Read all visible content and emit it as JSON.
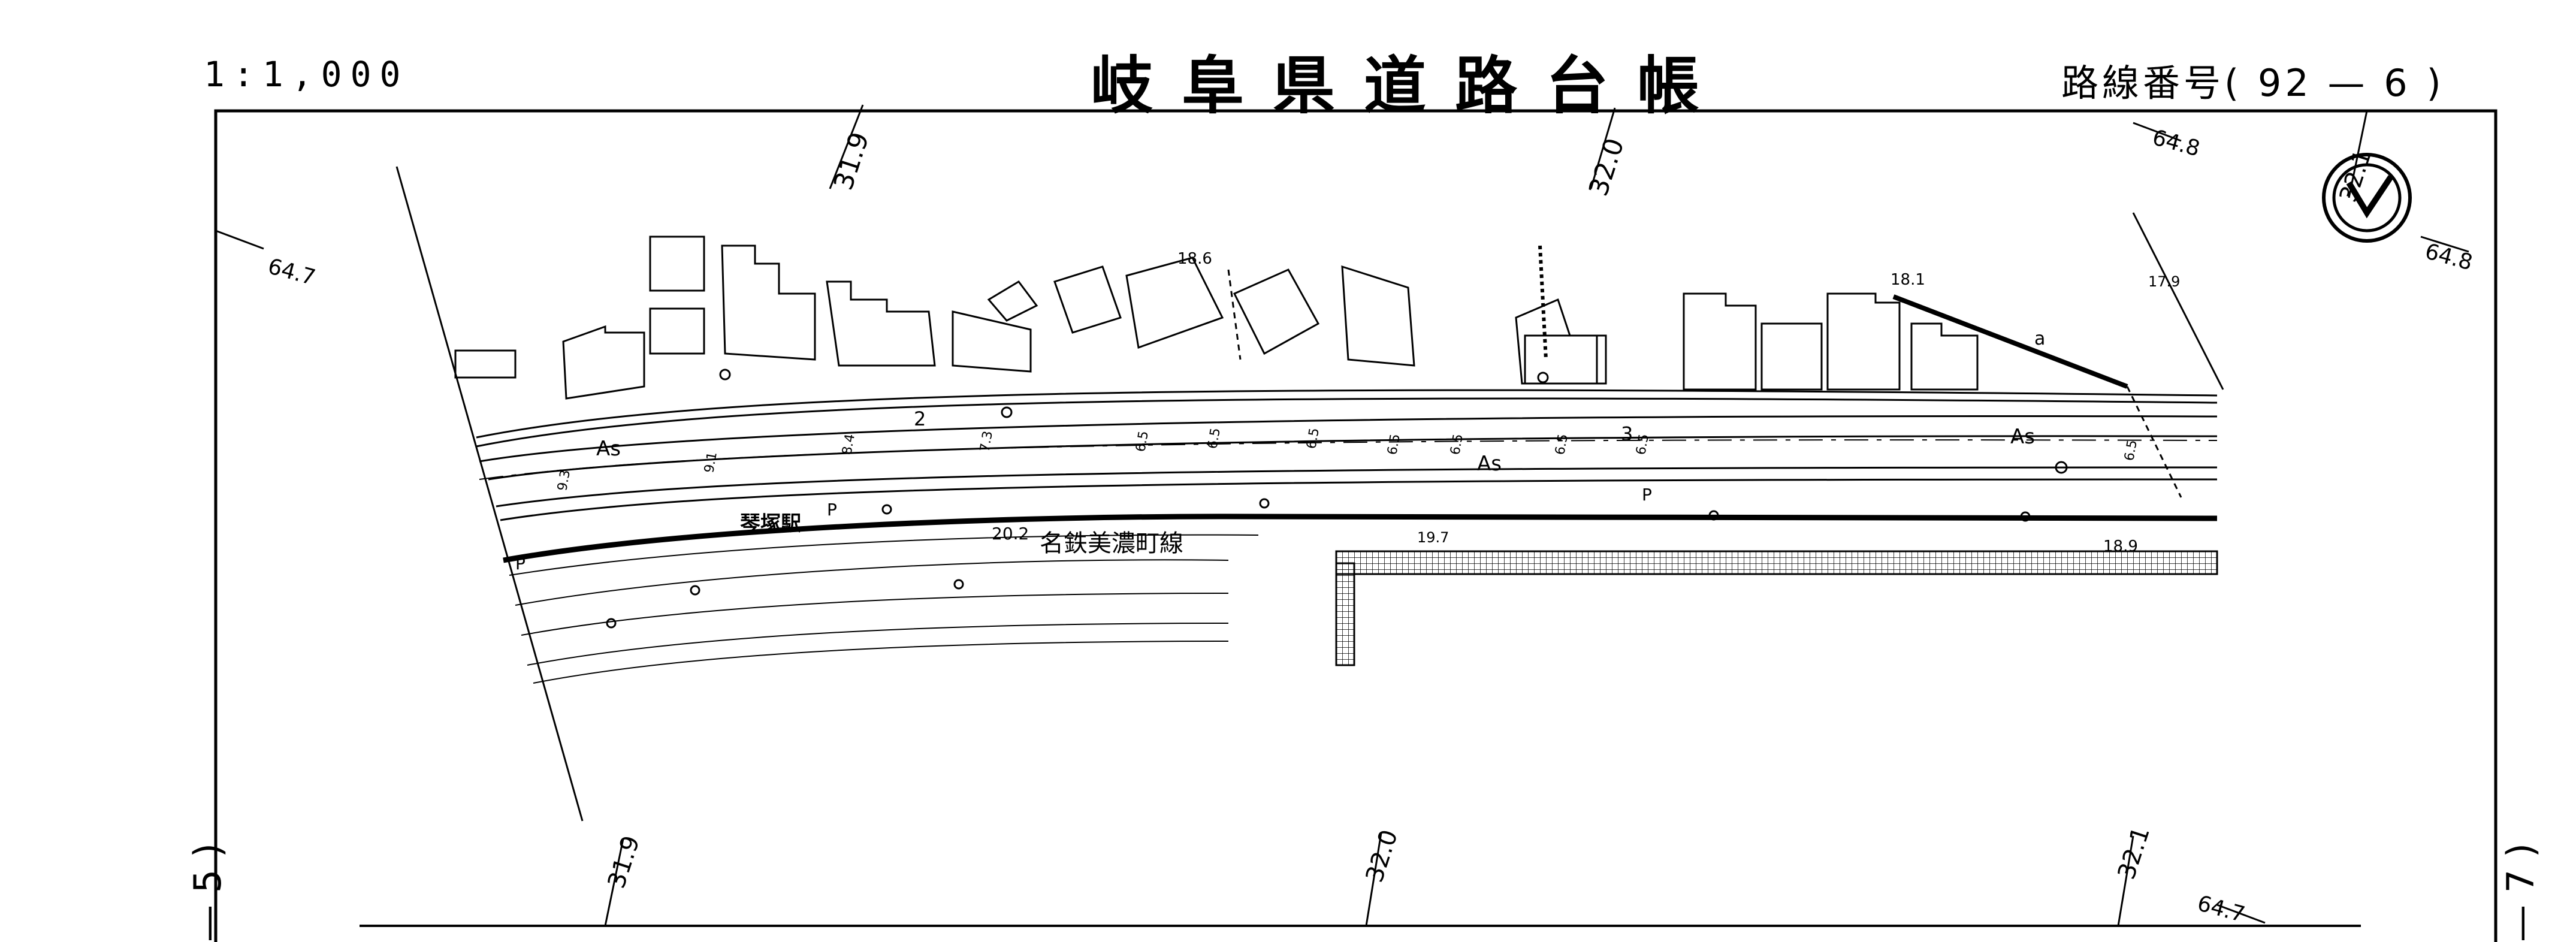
{
  "header": {
    "scale": "1:1,000",
    "title": "岐阜県道路台帳",
    "route_label": "路線番号(",
    "route_number": "92",
    "route_dash": "—",
    "route_section": "6",
    "route_close": ")"
  },
  "side_labels": {
    "left": "— 5 )",
    "right": "— 7 )"
  },
  "map": {
    "distance_marks": [
      "31.9",
      "32.0",
      "32.1"
    ],
    "coordinate_marks": [
      "64.7",
      "64.8"
    ],
    "elevations": [
      "18.6",
      "18.1",
      "17.9",
      "20.2",
      "19.7",
      "18.9"
    ],
    "station_label": "琴塚駅",
    "railway_label": "名鉄美濃町線",
    "surface_label": "As",
    "parking_label": "P",
    "widths": [
      "9.3",
      "9.1",
      "8.4",
      "7.3",
      "6.5"
    ],
    "section_numbers": [
      "2",
      "3"
    ],
    "misc_label": "a"
  },
  "colors": {
    "ink": "#000000",
    "background": "#ffffff"
  }
}
